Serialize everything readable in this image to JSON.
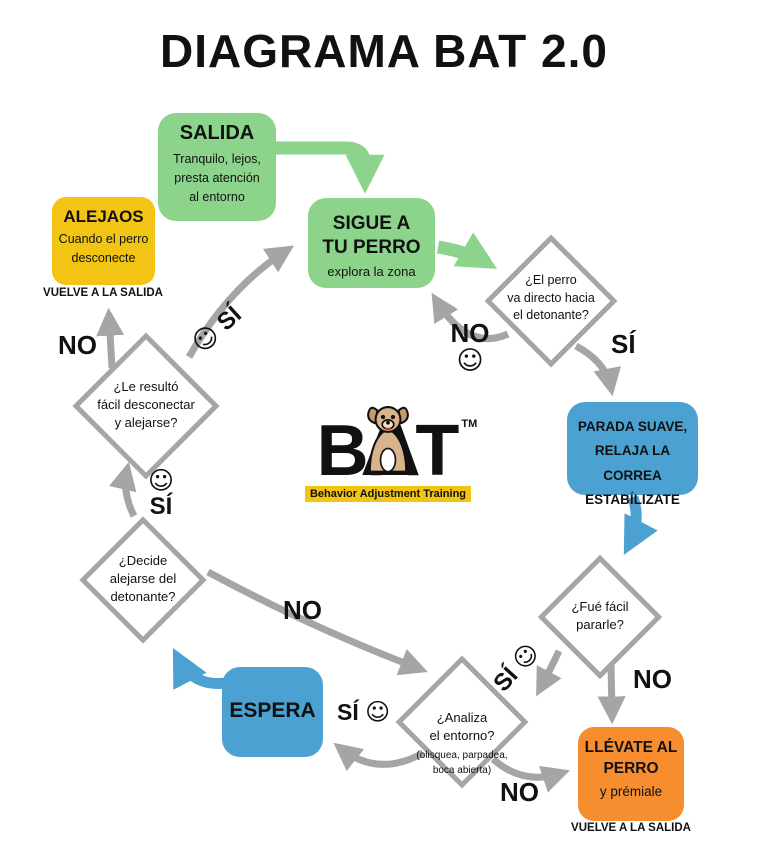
{
  "title": "DIAGRAMA BAT 2.0",
  "colors": {
    "green": "#8cd48c",
    "yellow": "#f2c414",
    "blue": "#4ba1d1",
    "orange": "#f68d2e",
    "arrow_gray": "#a5a5a5",
    "text": "#111111"
  },
  "logo": {
    "word": "BAT",
    "tm": "TM",
    "banner": "Behavior Adjustment Training"
  },
  "nodes": {
    "salida": {
      "title": "SALIDA",
      "body": "Tranquilo, lejos,\npresta atención\nal entorno"
    },
    "sigue": {
      "title": "SIGUE A\nTU PERRO",
      "body": "explora la zona"
    },
    "alejaos": {
      "title": "ALEJAOS",
      "body": "Cuando el perro\ndesconecte",
      "footer": "VUELVE A LA SALIDA"
    },
    "parada": {
      "title": "PARADA SUAVE,\nRELAJA LA CORREA\nESTABÍLIZATE"
    },
    "espera": {
      "title": "ESPERA"
    },
    "llevate": {
      "title": "LLÉVATE AL\nPERRO",
      "body": "y prémiale",
      "footer": "VUELVE A LA SALIDA"
    }
  },
  "decisions": {
    "perro_directo": "¿El perro\nva directo hacia\nel detonante?",
    "fue_facil": "¿Fué fácil\npararle?",
    "analiza_main": "¿Analiza\nel entorno?",
    "analiza_sub": "(olisquea, parpadea,\nboca abierta)",
    "decide": "¿Decide\nalejarse del\ndetonante?",
    "resulto": "¿Le resultó\nfácil desconectar\ny alejarse?"
  },
  "labels": {
    "no": "NO",
    "si": "SÍ",
    "smiley": "☺"
  }
}
